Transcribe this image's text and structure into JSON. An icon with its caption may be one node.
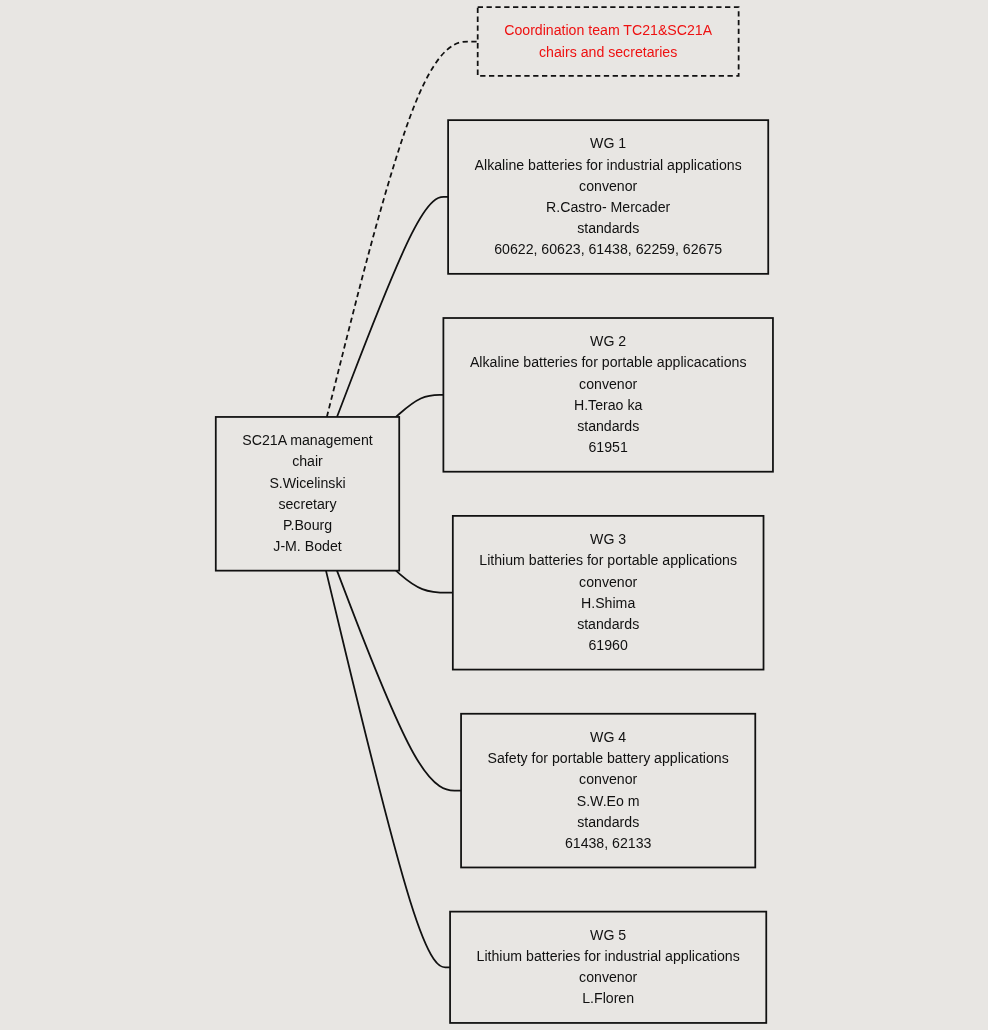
{
  "diagram": {
    "nodes": [
      {
        "text": [
          "SC21A management",
          "chair",
          "S.Wicelinski",
          "secretary",
          "P.Bourg",
          "J-M. Bodet"
        ]
      },
      {
        "text": [
          "Coordination team TC21&SC21A",
          "chairs and secretaries"
        ]
      },
      {
        "text": [
          "WG 1",
          "Alkaline batteries for industrial applications",
          "convenor",
          "R.Castro- Mercader",
          "standards",
          "60622, 60623, 61438, 62259, 62675"
        ]
      },
      {
        "text": [
          "WG 2",
          "Alkaline batteries for portable applicacations",
          "convenor",
          "H.Terao ka",
          "standards",
          "61951"
        ]
      },
      {
        "text": [
          "WG 3",
          "Lithium batteries for portable applications",
          "convenor",
          "H.Shima",
          "standards",
          "61960"
        ]
      },
      {
        "text": [
          "WG 4",
          "Safety for portable battery applications",
          "convenor",
          "S.W.Eo m",
          "standards",
          "61438, 62133"
        ]
      },
      {
        "text": [
          "WG 5",
          "Lithium batteries for industrial applications",
          "convenor",
          "L.Floren"
        ]
      }
    ],
    "edges": [
      {
        "from": 0,
        "to": 1,
        "arrow": "none",
        "style": "dashed"
      },
      {
        "from": 0,
        "to": 2,
        "arrow": "none"
      },
      {
        "from": 0,
        "to": 3,
        "arrow": "none"
      },
      {
        "from": 0,
        "to": 4,
        "arrow": "none"
      },
      {
        "from": 0,
        "to": 5,
        "arrow": "none"
      },
      {
        "from": 0,
        "to": 6,
        "arrow": "none"
      }
    ]
  }
}
